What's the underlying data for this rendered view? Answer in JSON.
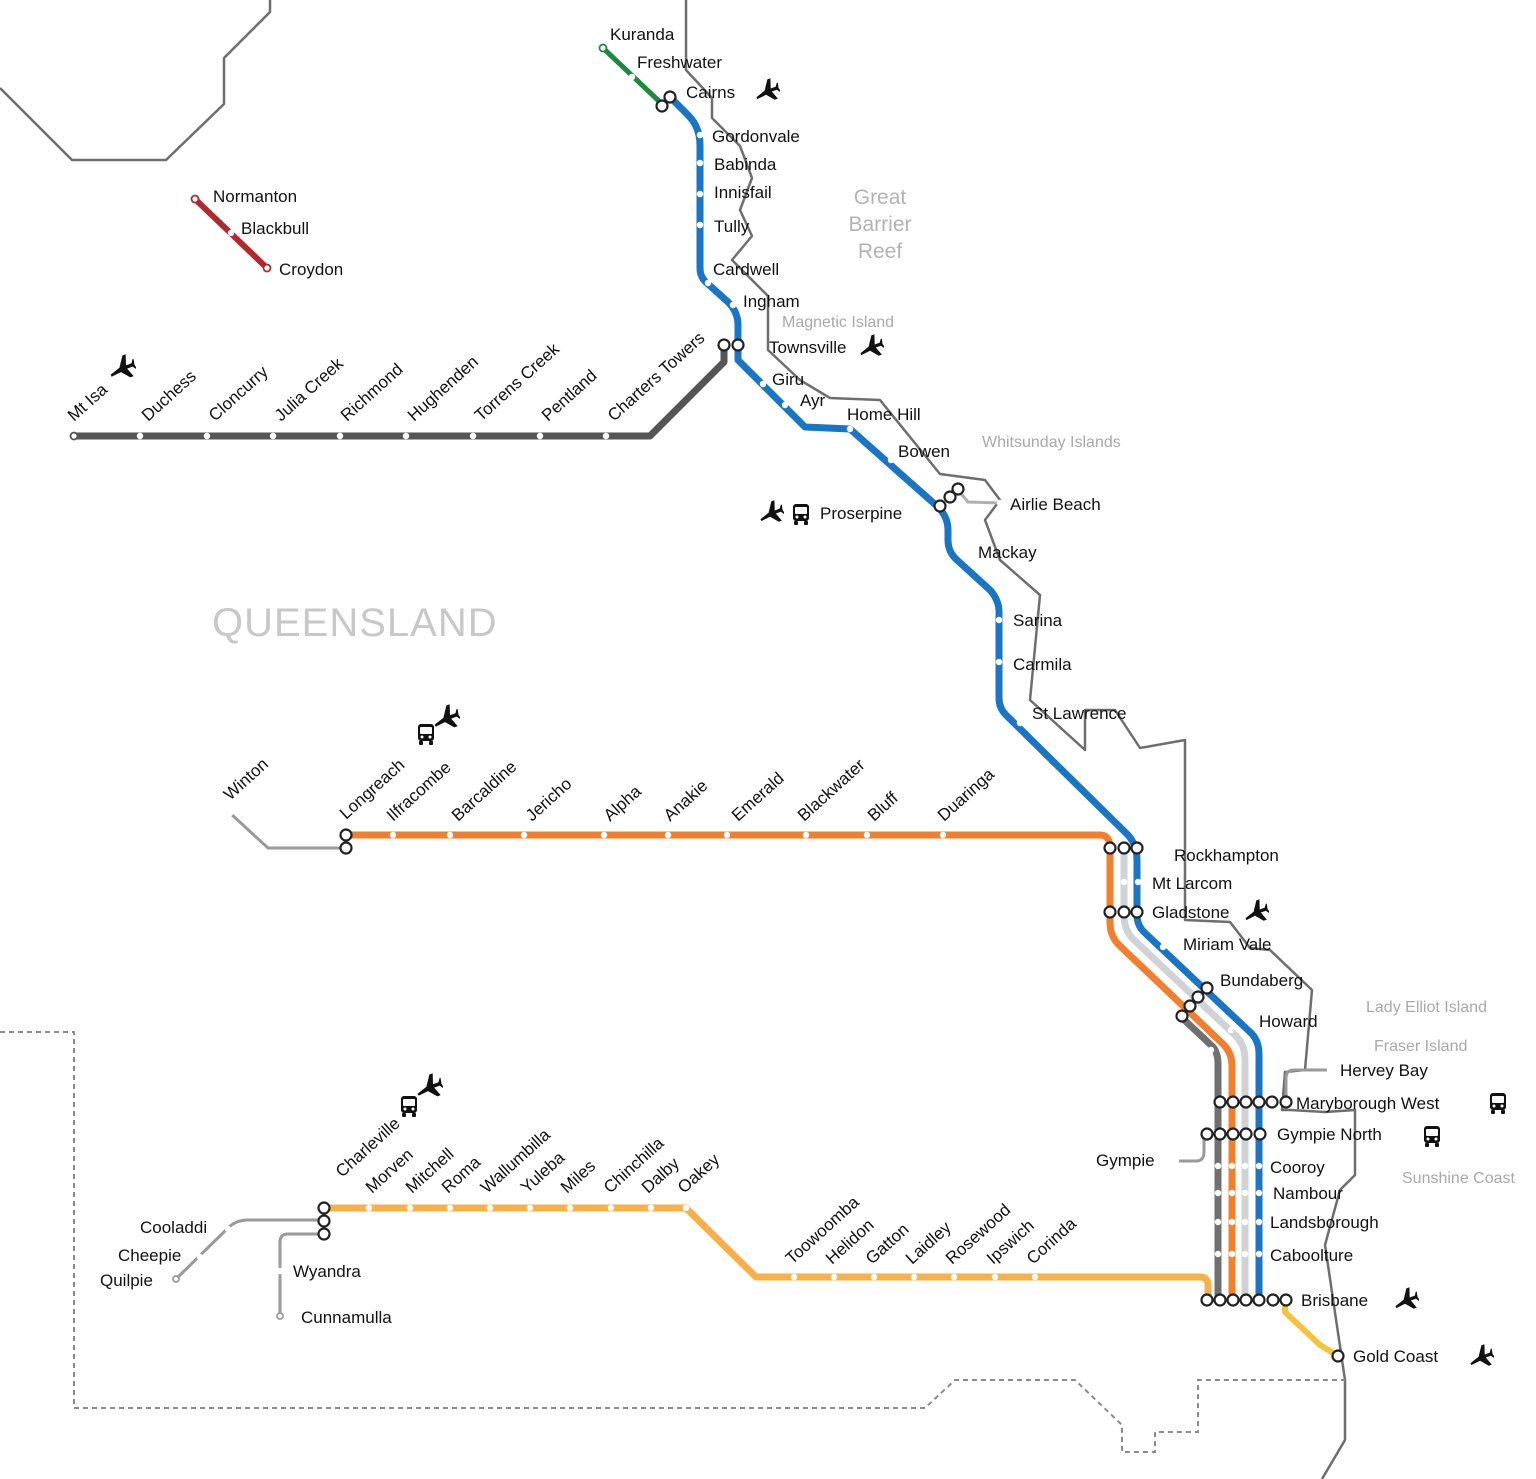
{
  "map": {
    "region_label": "QUEENSLAND",
    "reef_label": [
      "Great",
      "Barrier",
      "Reef"
    ],
    "regions": {
      "magnetic_island": "Magnetic Island",
      "whitsunday": "Whitsunday Islands",
      "lady_elliot": "Lady Elliot Island",
      "fraser": "Fraser Island",
      "sunshine_coast": "Sunshine Coast"
    },
    "colors": {
      "north_coast": "#1a76c4",
      "kuranda": "#1b8a3e",
      "gulflander": "#b3282e",
      "inlander": "#555555",
      "spirit_of_outback": "#f07f2e",
      "westlander": "#f9b048",
      "gold_coast": "#f5c43a",
      "spur": "#9a9a9a",
      "tilt_train": "#cfd3d6"
    },
    "stations": {
      "kuranda": "Kuranda",
      "freshwater": "Freshwater",
      "cairns": "Cairns",
      "gordonvale": "Gordonvale",
      "babinda": "Babinda",
      "innisfail": "Innisfail",
      "tully": "Tully",
      "cardwell": "Cardwell",
      "ingham": "Ingham",
      "townsville": "Townsville",
      "giru": "Giru",
      "ayr": "Ayr",
      "home_hill": "Home Hill",
      "bowen": "Bowen",
      "airlie_beach": "Airlie Beach",
      "proserpine": "Proserpine",
      "mackay": "Mackay",
      "sarina": "Sarina",
      "carmila": "Carmila",
      "st_lawrence": "St Lawrence",
      "rockhampton": "Rockhampton",
      "mt_larcom": "Mt Larcom",
      "gladstone": "Gladstone",
      "miriam_vale": "Miriam Vale",
      "bundaberg": "Bundaberg",
      "howard": "Howard",
      "hervey_bay": "Hervey Bay",
      "maryborough_west": "Maryborough West",
      "gympie_north": "Gympie North",
      "gympie": "Gympie",
      "cooroy": "Cooroy",
      "nambour": "Nambour",
      "landsborough": "Landsborough",
      "caboolture": "Caboolture",
      "brisbane": "Brisbane",
      "gold_coast": "Gold Coast",
      "normanton": "Normanton",
      "blackbull": "Blackbull",
      "croydon": "Croydon",
      "mt_isa": "Mt Isa",
      "duchess": "Duchess",
      "cloncurry": "Cloncurry",
      "julia_creek": "Julia Creek",
      "richmond": "Richmond",
      "hughenden": "Hughenden",
      "torrens_creek": "Torrens Creek",
      "pentland": "Pentland",
      "charters_towers": "Charters Towers",
      "winton": "Winton",
      "longreach": "Longreach",
      "ilfracombe": "Ilfracombe",
      "barcaldine": "Barcaldine",
      "jericho": "Jericho",
      "alpha": "Alpha",
      "anakie": "Anakie",
      "emerald": "Emerald",
      "blackwater": "Blackwater",
      "bluff": "Bluff",
      "duaringa": "Duaringa",
      "charleville": "Charleville",
      "morven": "Morven",
      "mitchell": "Mitchell",
      "roma": "Roma",
      "wallumbilla": "Wallumbilla",
      "yuleba": "Yuleba",
      "miles": "Miles",
      "chinchilla": "Chinchilla",
      "dalby": "Dalby",
      "oakey": "Oakey",
      "toowoomba": "Toowoomba",
      "helidon": "Helidon",
      "gatton": "Gatton",
      "laidley": "Laidley",
      "rosewood": "Rosewood",
      "ipswich": "Ipswich",
      "corinda": "Corinda",
      "cooladdi": "Cooladdi",
      "cheepie": "Cheepie",
      "quilpie": "Quilpie",
      "wyandra": "Wyandra",
      "cunnamulla": "Cunnamulla"
    },
    "icons": {
      "airport": "airplane-icon",
      "coach": "bus-icon"
    }
  }
}
